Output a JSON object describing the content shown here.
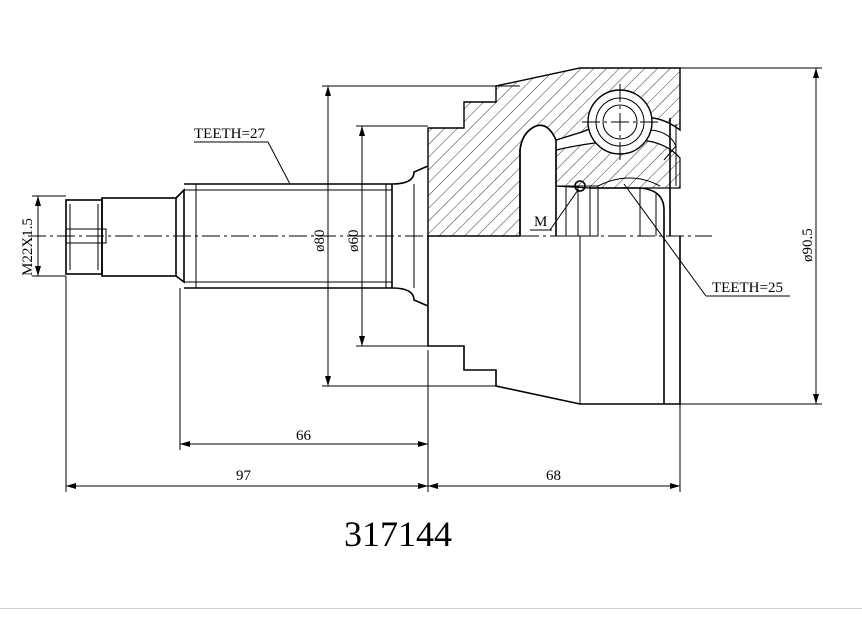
{
  "part_number": "317144",
  "callouts": {
    "outer_teeth": "TEETH=27",
    "inner_teeth": "TEETH=25",
    "marker": "M"
  },
  "diameters": {
    "thread": "M22X1.5",
    "d80": "ø80",
    "d60": "ø60",
    "d90_5": "ø90.5"
  },
  "lengths": {
    "spline_length": "66",
    "stub_length": "97",
    "bell_length": "68"
  }
}
